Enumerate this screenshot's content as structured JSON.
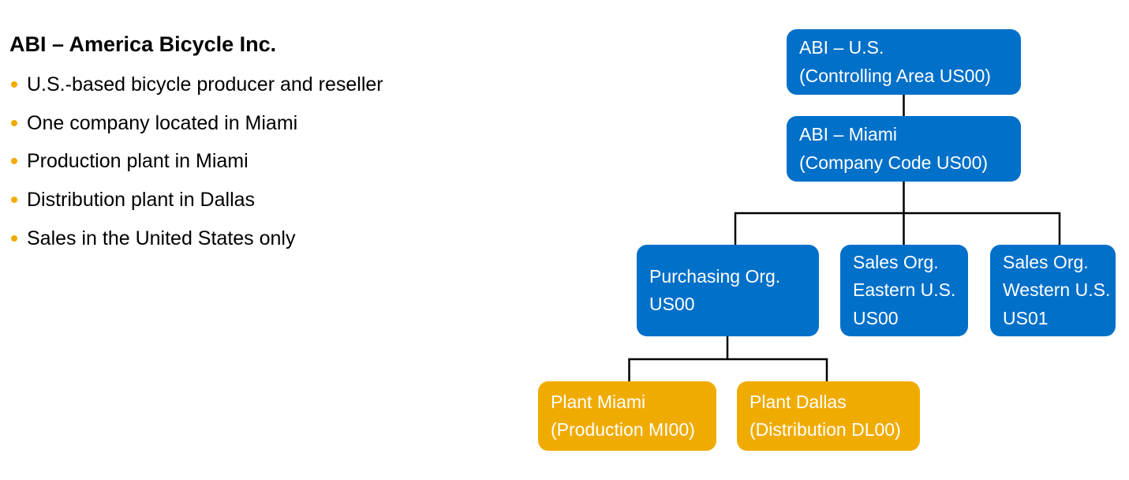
{
  "heading": "ABI – America Bicycle Inc.",
  "bullets": [
    "U.S.-based bicycle producer and reseller",
    "One company located in Miami",
    "Production plant in Miami",
    "Distribution plant in Dallas",
    "Sales in the United States only"
  ],
  "colors": {
    "bullet": "#F0AB00",
    "node_blue": "#0070C9",
    "node_gold": "#F0AB00",
    "connector": "#000000"
  },
  "org_chart": {
    "controlling_area": {
      "lines": [
        "ABI – U.S.",
        "(Controlling Area US00)"
      ]
    },
    "company_code": {
      "lines": [
        "ABI – Miami",
        "(Company Code US00)"
      ]
    },
    "purchasing_org": {
      "lines": [
        "Purchasing Org.",
        "US00"
      ]
    },
    "sales_org_east": {
      "lines": [
        "Sales Org.",
        "Eastern U.S.",
        "US00"
      ]
    },
    "sales_org_west": {
      "lines": [
        "Sales Org.",
        "Western U.S.",
        "US01"
      ]
    },
    "plant_miami": {
      "lines": [
        "Plant Miami",
        "(Production MI00)"
      ]
    },
    "plant_dallas": {
      "lines": [
        "Plant Dallas",
        "(Distribution DL00)"
      ]
    }
  }
}
